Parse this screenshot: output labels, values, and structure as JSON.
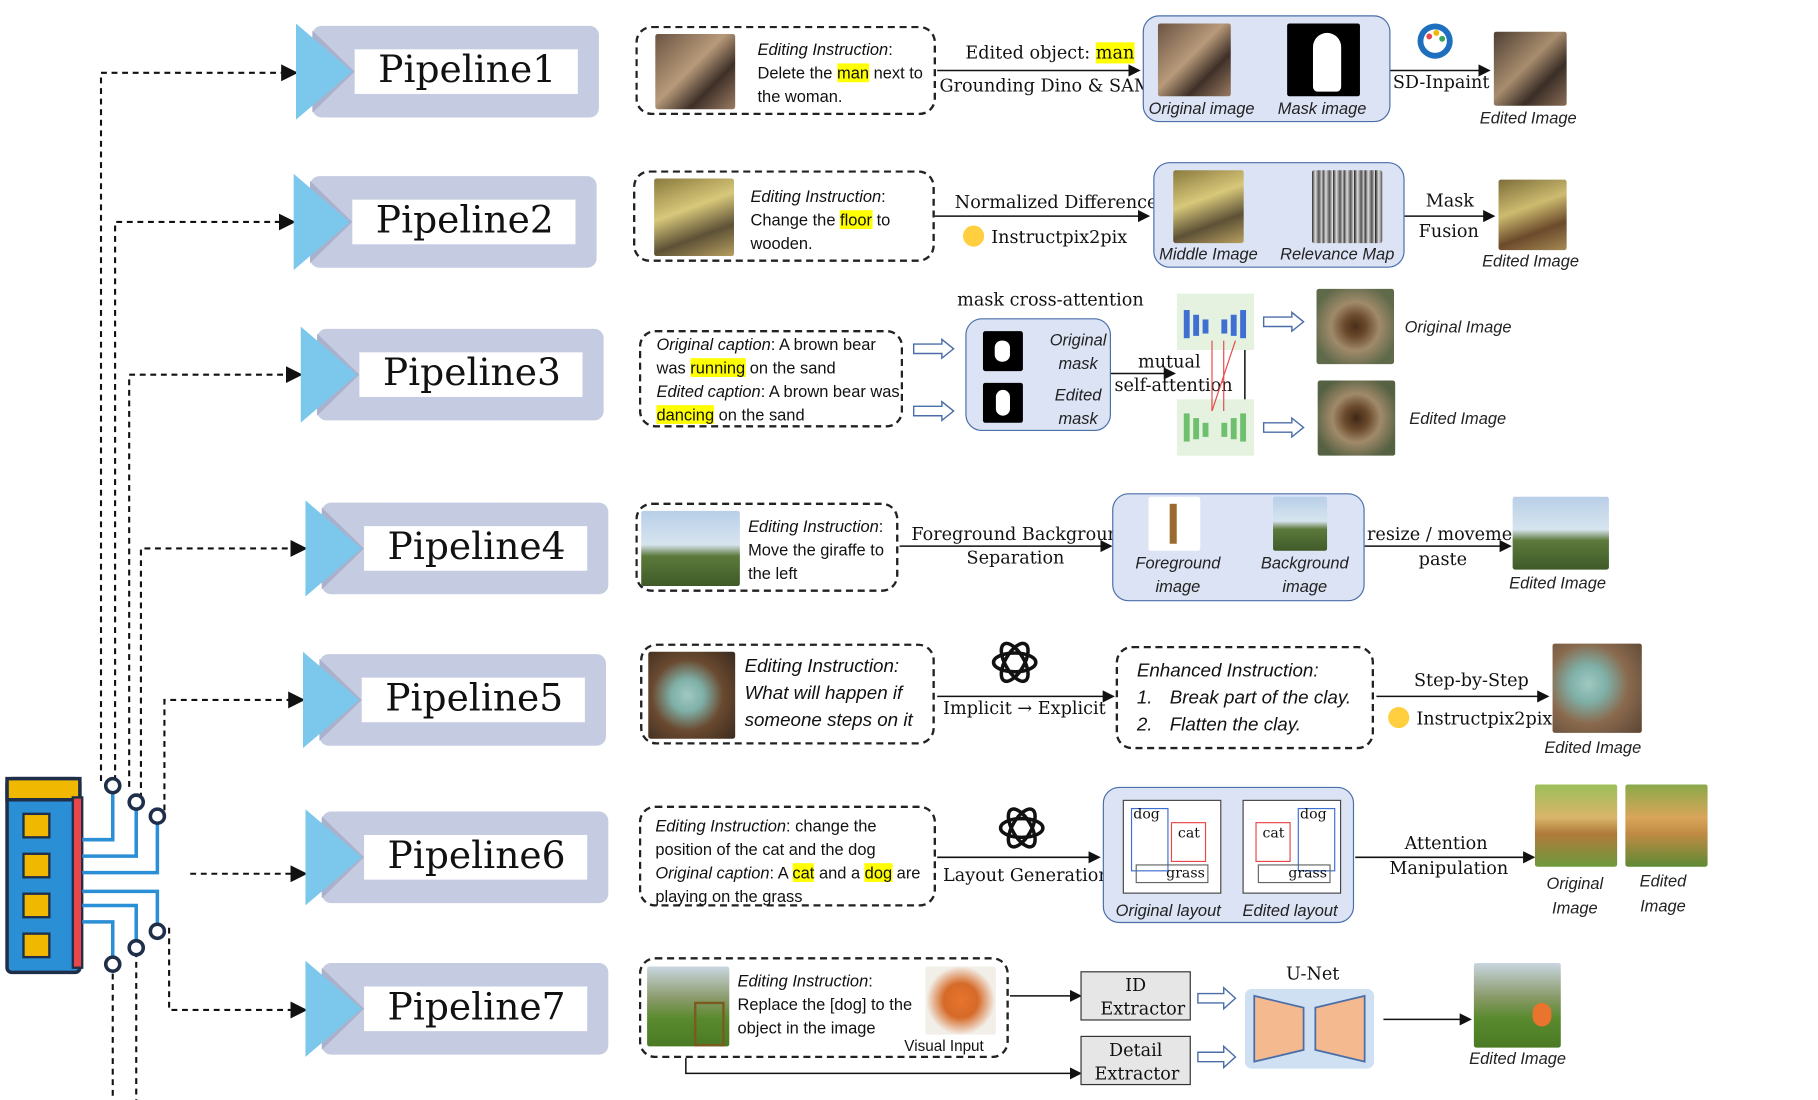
{
  "pipelines": [
    "Pipeline1",
    "Pipeline2",
    "Pipeline3",
    "Pipeline4",
    "Pipeline5",
    "Pipeline6",
    "Pipeline7"
  ],
  "p1": {
    "instr_label": "Editing Instruction",
    "instr_pre": "Delete the ",
    "instr_hl": "man",
    "instr_post": " next to the woman.",
    "edited_object_label": "Edited object: ",
    "edited_object_hl": "man",
    "method": "Grounding Dino & SAM",
    "original_caption": "Original  image",
    "mask_caption": "Mask image",
    "inpaint": "SD-Inpaint",
    "output": "Edited Image"
  },
  "p2": {
    "instr_label": "Editing Instruction",
    "instr_pre": "Change the ",
    "instr_hl": "floor",
    "instr_post": " to wooden.",
    "step1": "Normalized Difference",
    "tool": "Instructpix2pix",
    "middle_caption": "Middle Image",
    "relevance_caption": "Relevance Map",
    "fusion1": "Mask",
    "fusion2": "Fusion",
    "output": "Edited Image"
  },
  "p3": {
    "orig_label": "Original caption",
    "orig_pre": ": A brown bear was ",
    "orig_hl": "running",
    "orig_post": " on the sand",
    "edit_label": "Edited caption",
    "edit_pre": ": A brown bear was ",
    "edit_hl": "dancing",
    "edit_post": " on the sand",
    "mask_cross": "mask cross-attention",
    "orig_mask": "Original mask",
    "edit_mask": "Edited mask",
    "mutual1": "mutual",
    "mutual2": "self-attention",
    "orig_image": "Original Image",
    "edit_image": "Edited Image"
  },
  "p4": {
    "instr_label": "Editing Instruction",
    "instr_text": "Move the giraffe to the left",
    "step1a": "Foreground Background",
    "step1b": "Separation",
    "fg_caption": "Foreground image",
    "bg_caption": "Background image",
    "step2a": "resize / movement",
    "step2b": "paste",
    "output": "Edited Image"
  },
  "p5": {
    "instr_label": "Editing Instruction:",
    "instr_text": "What will happen if someone steps on it",
    "convert_a": "Implicit",
    "convert_b": "Explicit",
    "enhanced_title": "Enhanced Instruction:",
    "enhanced_items": [
      "Break part of the clay.",
      "Flatten the clay."
    ],
    "step": "Step-by-Step",
    "tool": "Instructpix2pix",
    "output": "Edited Image"
  },
  "p6": {
    "instr_label": "Editing Instruction",
    "instr_text": ": change the position of the cat and the dog",
    "cap_label": "Original caption",
    "cap_pre": ": A ",
    "cap_hl1": "cat",
    "cap_mid": " and a ",
    "cap_hl2": "dog",
    "cap_post": " are playing on the grass",
    "layout_gen": "Layout Generation",
    "box_dog": "dog",
    "box_cat": "cat",
    "box_grass": "grass",
    "orig_layout": "Original layout",
    "edit_layout": "Edited layout",
    "attn1": "Attention",
    "attn2": "Manipulation",
    "orig_image": "Original Image",
    "edit_image": "Edited Image"
  },
  "p7": {
    "instr_label": "Editing Instruction",
    "instr_text": "Replace the [dog] to the object in the image",
    "visual_input": "Visual Input",
    "id_extractor": "ID Extractor",
    "detail_extractor": "Detail Extractor",
    "unet": "U-Net",
    "output": "Edited Image"
  },
  "colors": {
    "chevron_blue": "#7cc8ec",
    "chevron_slate": "#c5cbe0",
    "highlight": "#ffff00",
    "module_fill": "#dbe3f4",
    "module_border": "#4a6ea8"
  }
}
